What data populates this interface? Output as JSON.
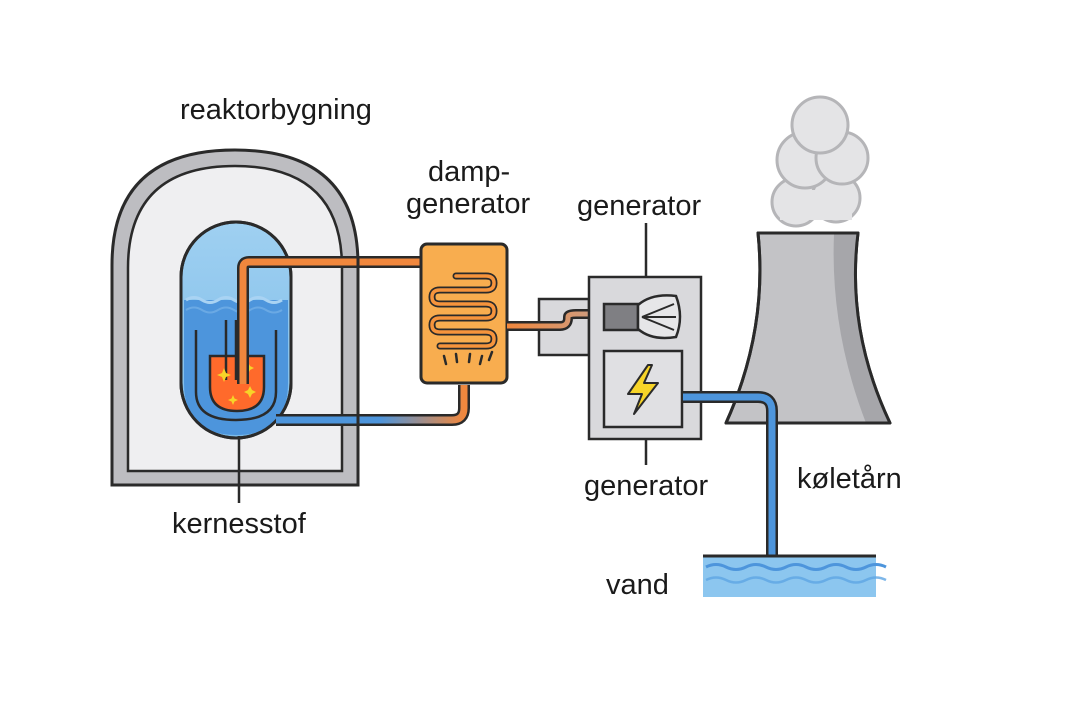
{
  "labels": {
    "reactor_building": "reaktorbygning",
    "steam_generator_line1": "damp-",
    "steam_generator_line2": "generator",
    "generator_top": "generator",
    "generator_bottom": "generator",
    "nuclear_fuel": "kernesstof",
    "cooling_tower": "køletårn",
    "water": "vand"
  },
  "colors": {
    "outline": "#2a2a2a",
    "building_fill": "#efeff1",
    "building_wall": "#b9b9bd",
    "vessel_water_light": "#8fc7ee",
    "vessel_water_dark": "#4d95dc",
    "fuel": "#ff6a2b",
    "hot_pipe": "#f0873d",
    "cold_pipe": "#4d95dc",
    "steam_generator": "#f8ad4f",
    "generator_box": "#d9d9dc",
    "tower": "#c3c3c6",
    "steam_cloud": "#e4e4e6",
    "spark": "#f7d428"
  },
  "icons": {
    "turbine": "turbine-icon",
    "lightning": "lightning-icon",
    "steam_cloud": "steam-cloud-icon"
  }
}
